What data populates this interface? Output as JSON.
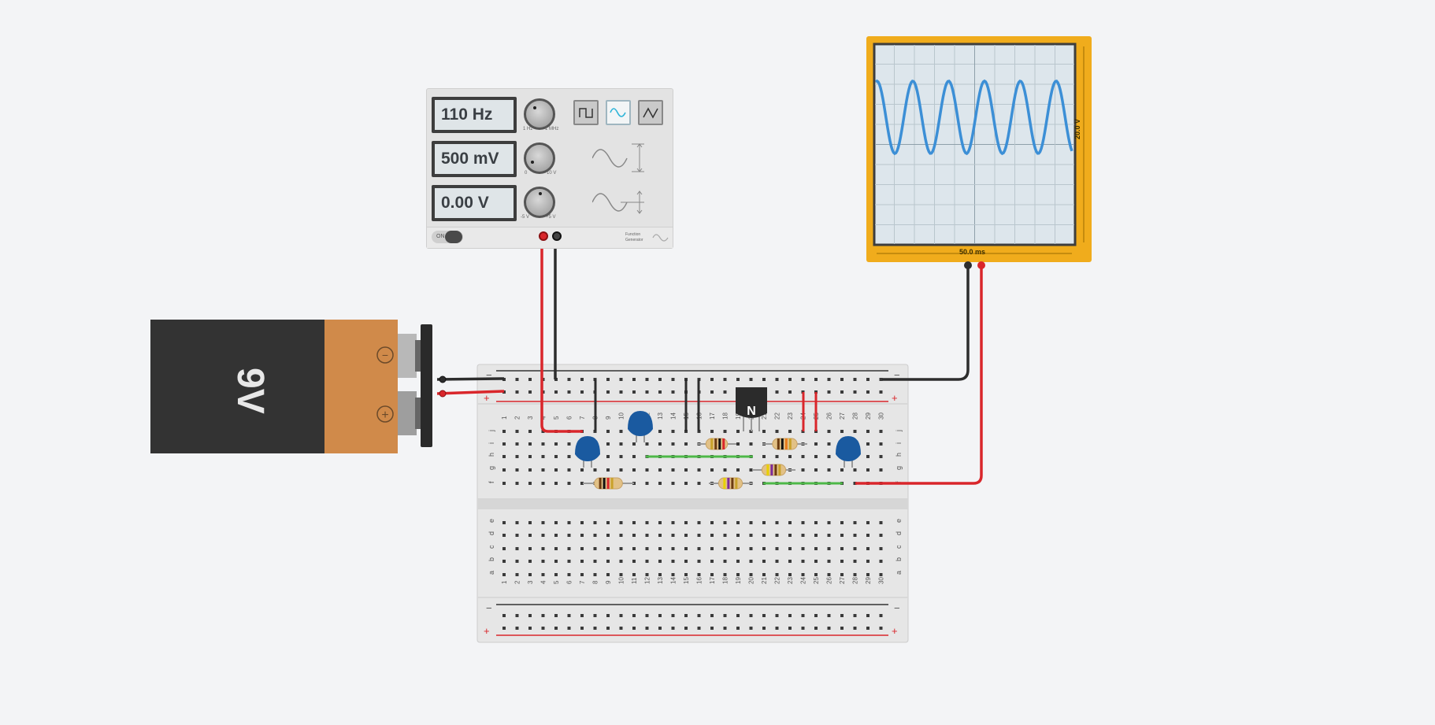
{
  "function_generator": {
    "frequency_display": "110 Hz",
    "amplitude_display": "500 mV",
    "offset_display": "0.00 V",
    "frequency_range_min": "1 Hz",
    "frequency_range_max": "1 MHz",
    "amplitude_range_min": "0",
    "amplitude_range_max": "10 V",
    "offset_range_min": "-5 V",
    "offset_range_max": "+5 V",
    "waveforms": [
      "square",
      "sine",
      "triangle"
    ],
    "selected_waveform": "sine",
    "power_label": "ON",
    "brand_line1": "Function",
    "brand_line2": "Generator"
  },
  "battery": {
    "label": "9V",
    "negative_symbol": "−",
    "positive_symbol": "+"
  },
  "oscilloscope": {
    "time_per_screen": "50.0 ms",
    "voltage_per_screen": "20.0 V"
  },
  "breadboard": {
    "column_numbers": [
      "1",
      "2",
      "3",
      "4",
      "5",
      "6",
      "7",
      "8",
      "9",
      "10",
      "11",
      "12",
      "13",
      "14",
      "15",
      "16",
      "17",
      "18",
      "19",
      "20",
      "21",
      "22",
      "23",
      "24",
      "25",
      "26",
      "27",
      "28",
      "29",
      "30"
    ],
    "top_row_letters": [
      "j",
      "i",
      "h",
      "g",
      "f"
    ],
    "bottom_row_letters": [
      "e",
      "d",
      "c",
      "b",
      "a"
    ],
    "rail_minus": "−",
    "rail_plus": "+"
  },
  "transistor": {
    "label": "N"
  },
  "colors": {
    "wire_red": "#d9262b",
    "wire_black": "#2d2d2d",
    "wire_green": "#4db848",
    "scope_frame": "#f0ac1c",
    "trace": "#3c8fd6",
    "capacitor": "#1a5aa0",
    "battery_body": "#333333",
    "battery_cap": "#d08a4a"
  }
}
